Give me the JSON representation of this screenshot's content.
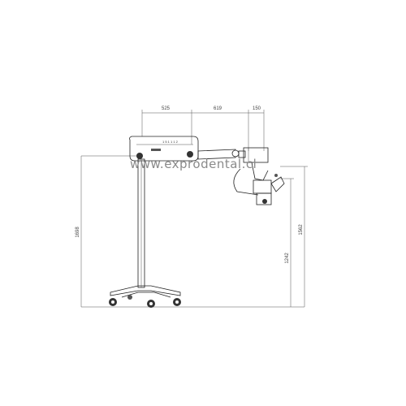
{
  "dimensions": {
    "top_1": "525",
    "top_2": "619",
    "top_3": "150",
    "left_height": "1698",
    "inner_height": "1242",
    "right_height": "1562"
  },
  "device_label": "1 5 1 1 1 2",
  "watermark": "www.exprodental.cl",
  "colors": {
    "line": "#222222",
    "wheel": "#333333",
    "watermark": "#8a8a8a"
  }
}
